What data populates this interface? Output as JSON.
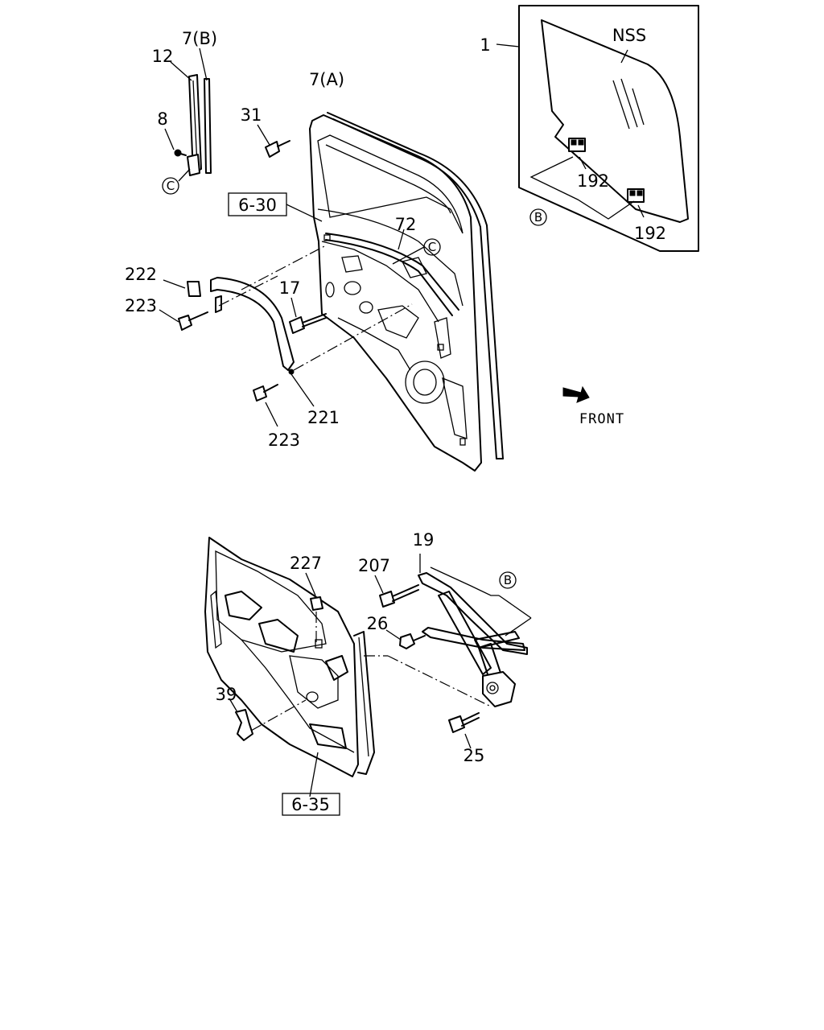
{
  "diagram": {
    "labels": {
      "l1": "1",
      "nss": "NSS",
      "l192a": "192",
      "l192b": "192",
      "l7b": "7(B)",
      "l12": "12",
      "l8": "8",
      "l7a": "7(A)",
      "l31": "31",
      "l72": "72",
      "l222": "222",
      "l223a": "223",
      "l17": "17",
      "l221": "221",
      "l223b": "223",
      "l227": "227",
      "l207": "207",
      "l19": "19",
      "l26": "26",
      "l39": "39",
      "l25": "25"
    },
    "sheet_refs": {
      "s630": "6-30",
      "s635": "6-35"
    },
    "circled_refs": {
      "b1": "B",
      "b2": "B",
      "c1": "C",
      "c2": "C"
    },
    "front_label": "FRONT",
    "colors": {
      "ink": "#000000",
      "paper": "#ffffff"
    }
  }
}
